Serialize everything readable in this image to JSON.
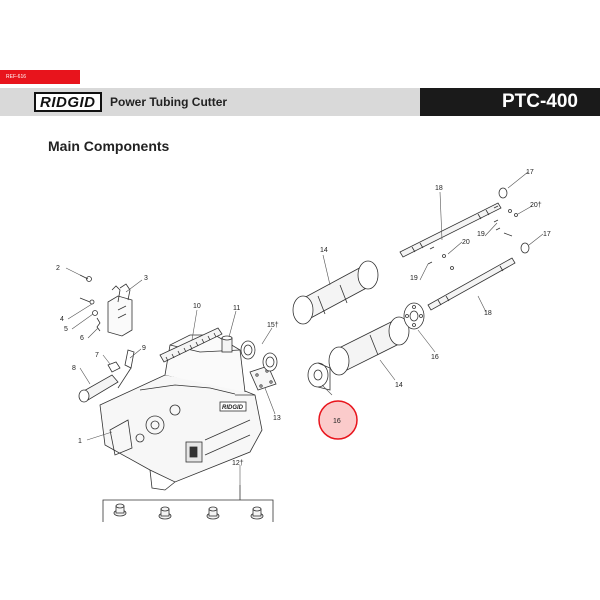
{
  "header": {
    "ref_tag": "REF-616",
    "logo": "RIDGID",
    "product_name": "Power Tubing Cutter",
    "model": "PTC-400"
  },
  "section_title": "Main Components",
  "colors": {
    "accent_red": "#e8141c",
    "banner_gray": "#d9d9d9",
    "banner_black": "#1a1a1a",
    "highlight": "#e8141c"
  },
  "callouts": {
    "c1": "1",
    "c2": "2",
    "c3": "3",
    "c4": "4",
    "c5": "5",
    "c6": "6",
    "c7": "7",
    "c8": "8",
    "c9": "9",
    "c10": "10",
    "c11": "11",
    "c12": "12†",
    "c13": "13",
    "c14a": "14",
    "c14b": "14",
    "c15": "15†",
    "c16a": "16",
    "c16b": "16",
    "c17a": "17",
    "c17b": "17",
    "c18a": "18",
    "c18b": "18",
    "c19a": "19",
    "c19b": "19",
    "c20a": "20",
    "c20b": "20†"
  },
  "highlighted_part": "16"
}
